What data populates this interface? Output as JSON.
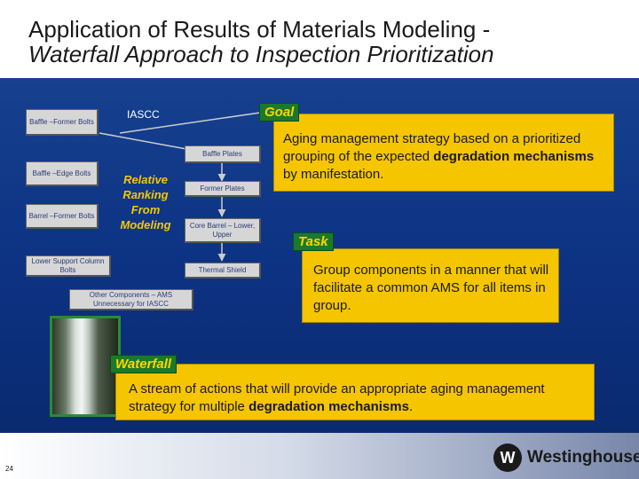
{
  "title": {
    "line1": "Application of Results of Materials Modeling -",
    "line2": "Waterfall Approach to Inspection Prioritization"
  },
  "diagram": {
    "left_components": [
      "Baffle –Former Bolts",
      "Baffle –Edge Bolts",
      "Barrel –Former Bolts",
      "Lower Support Column Bolts"
    ],
    "right_components": [
      "Baffle Plates",
      "Former Plates",
      "Core Barrel – Lower, Upper",
      "Thermal Shield"
    ],
    "other_components": "Other Components – AMS Unnecessary for IASCC",
    "iascc_label": "IASCC",
    "ranking_label": "Relative Ranking From Modeling"
  },
  "goal": {
    "label": "Goal",
    "text_before": "Aging management strategy based on a prioritized grouping of the expected ",
    "text_bold": "degradation mechanisms",
    "text_after": " by manifestation."
  },
  "task": {
    "label": "Task",
    "text": "Group components in a manner that will facilitate a common AMS for all items in group."
  },
  "waterfall": {
    "label": "Waterfall",
    "text_before": "A stream of actions that will provide an appropriate aging management strategy for multiple ",
    "text_bold": "degradation mechanisms",
    "text_after": "."
  },
  "footer": {
    "page_number": "24",
    "logo_letter": "W",
    "logo_text": "Westinghouse"
  },
  "colors": {
    "panel": "#0d3384",
    "accent_yellow": "#f5c500",
    "tag_green": "#1a7a2a",
    "tag_text": "#ffd600"
  }
}
